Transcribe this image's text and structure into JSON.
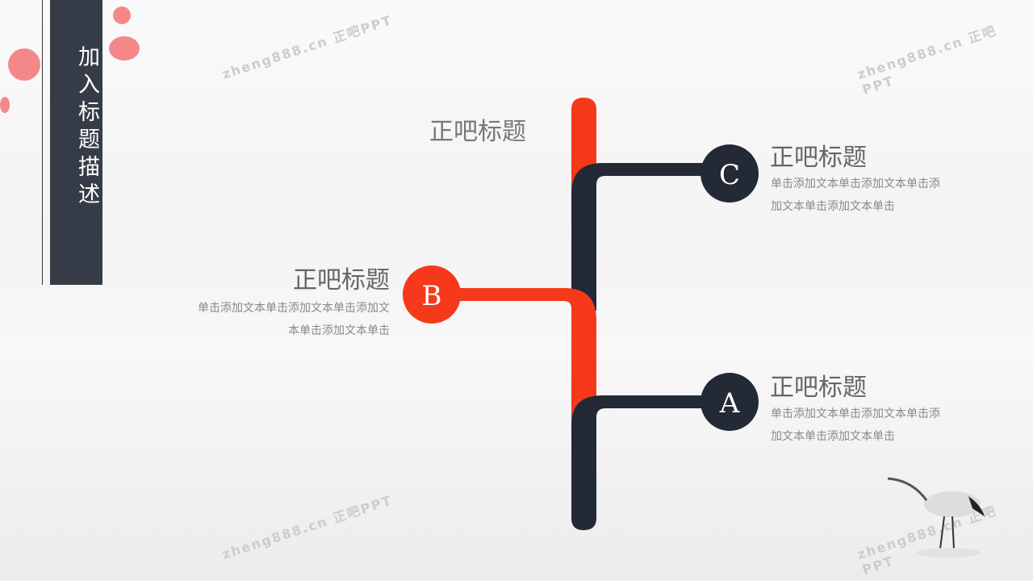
{
  "sidebar": {
    "title": "加入标题描述"
  },
  "top_title": "正吧标题",
  "items": [
    {
      "letter": "C",
      "heading": "正吧标题",
      "body1": "单击添加文本单击添加文本单击添",
      "body2": "加文本单击添加文本单击"
    },
    {
      "letter": "B",
      "heading": "正吧标题",
      "body1": "单击添加文本单击添加文本单击添加文",
      "body2": "本单击添加文本单击"
    },
    {
      "letter": "A",
      "heading": "正吧标题",
      "body1": "单击添加文本单击添加文本单击添",
      "body2": "加文本单击添加文本单击"
    }
  ],
  "watermark": "zheng888.cn 正吧PPT",
  "colors": {
    "red": "#f5391a",
    "dark": "#232a35"
  }
}
